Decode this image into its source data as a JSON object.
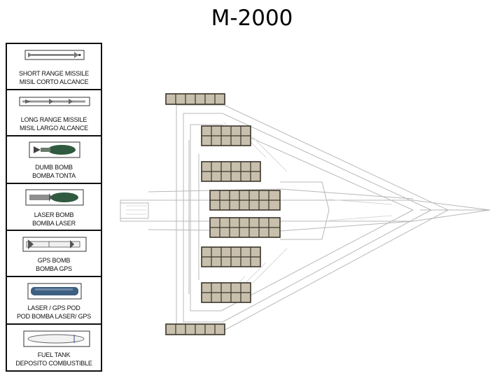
{
  "title": "M-2000",
  "legend": [
    {
      "line1": "SHORT RANGE MISSILE",
      "line2": "MISIL CORTO ALCANCE",
      "icon": "short-range-missile-icon"
    },
    {
      "line1": "LONG RANGE MISSILE",
      "line2": "MISIL LARGO ALCANCE",
      "icon": "long-range-missile-icon"
    },
    {
      "line1": "DUMB BOMB",
      "line2": "BOMBA TONTA",
      "icon": "dumb-bomb-icon"
    },
    {
      "line1": "LASER BOMB",
      "line2": "BOMBA LASER",
      "icon": "laser-bomb-icon"
    },
    {
      "line1": "GPS BOMB",
      "line2": "BOMBA GPS",
      "icon": "gps-bomb-icon"
    },
    {
      "line1": "LASER / GPS POD",
      "line2": "POD BOMBA LASER/ GPS",
      "icon": "laser-gps-pod-icon"
    },
    {
      "line1": "FUEL TANK",
      "line2": "DEPOSITO COMBUSTIBLE",
      "icon": "fuel-tank-icon"
    }
  ],
  "colors": {
    "slot_fill": "#c8c0ad",
    "slot_border": "#3a352a",
    "aircraft_line": "#b8b8b8",
    "bomb_green": "#2f5a3f",
    "pod_blue": "#3d5f80"
  }
}
